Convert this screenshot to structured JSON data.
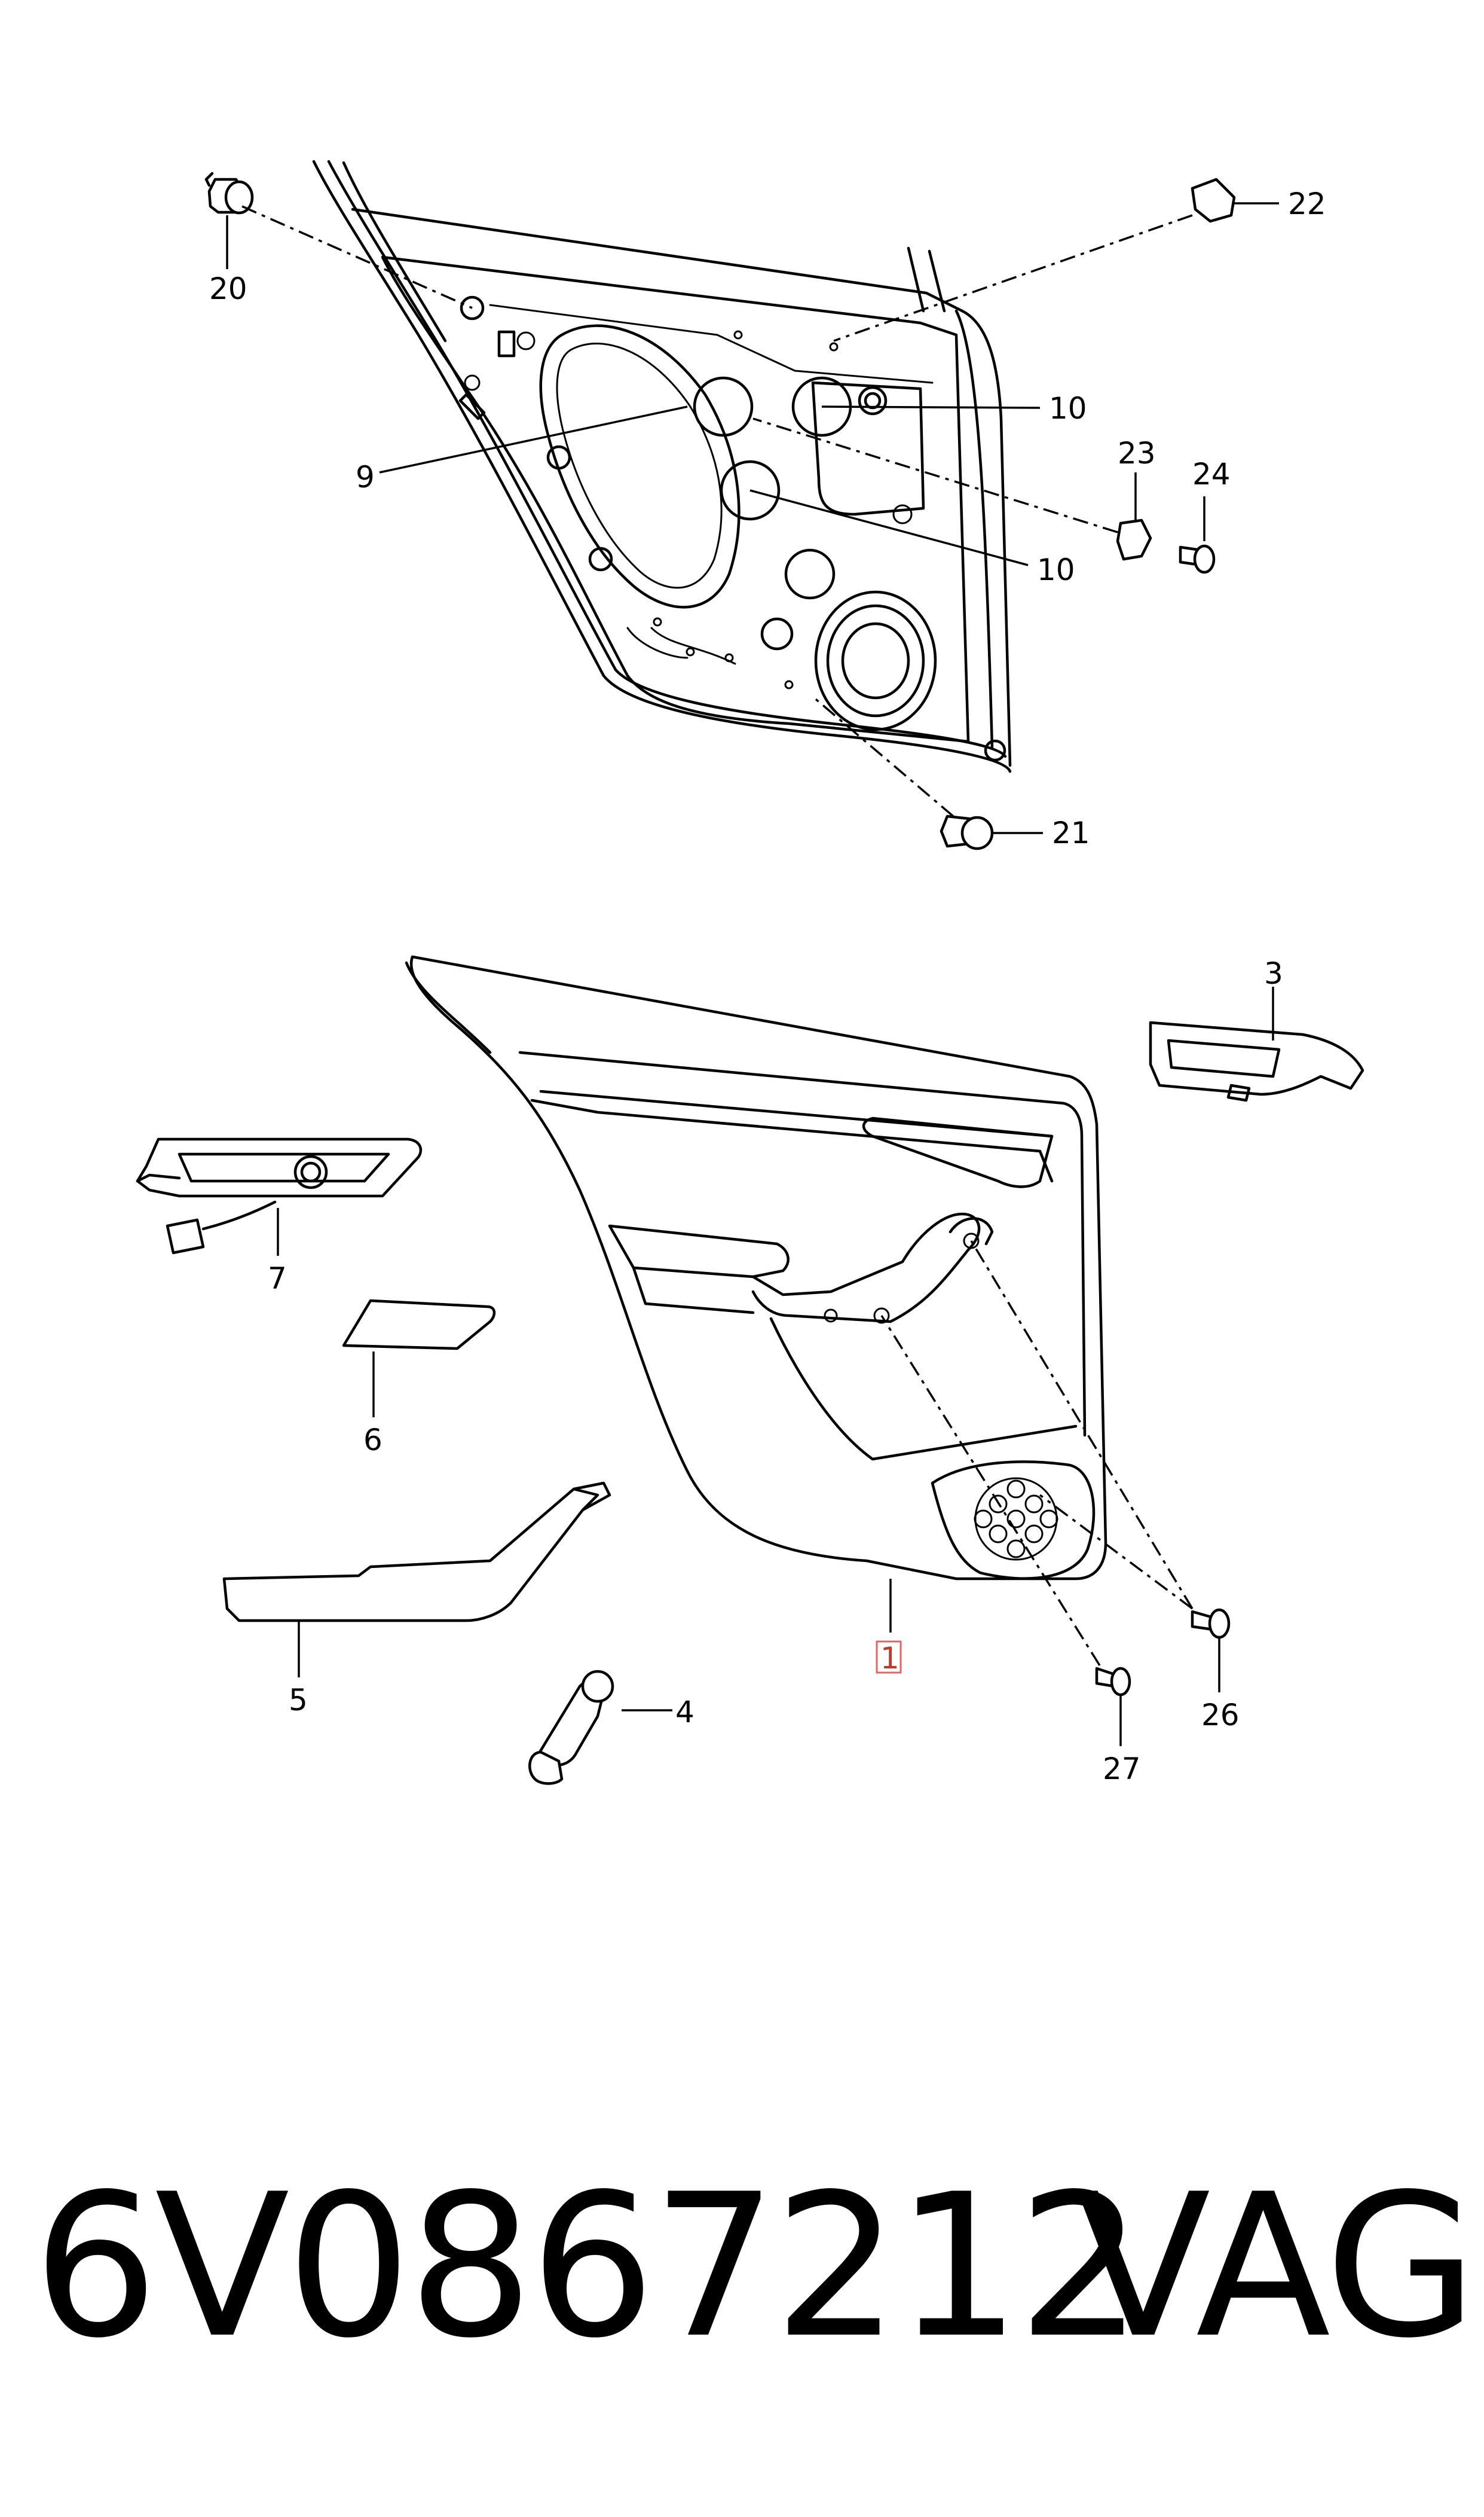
{
  "diagram": {
    "callouts": [
      {
        "id": "c20",
        "label": "20"
      },
      {
        "id": "c22",
        "label": "22"
      },
      {
        "id": "c10a",
        "label": "10"
      },
      {
        "id": "c9",
        "label": "9"
      },
      {
        "id": "c23",
        "label": "23"
      },
      {
        "id": "c24",
        "label": "24"
      },
      {
        "id": "c10b",
        "label": "10"
      },
      {
        "id": "c21",
        "label": "21"
      },
      {
        "id": "c3",
        "label": "3"
      },
      {
        "id": "c7",
        "label": "7"
      },
      {
        "id": "c6",
        "label": "6"
      },
      {
        "id": "c5",
        "label": "5"
      },
      {
        "id": "c1",
        "label": "1"
      },
      {
        "id": "c4",
        "label": "4"
      },
      {
        "id": "c26",
        "label": "26"
      },
      {
        "id": "c27",
        "label": "27"
      }
    ],
    "highlight_color": "#e06666"
  },
  "footer": {
    "part_number": "6V0867212",
    "brand": "VAG"
  }
}
